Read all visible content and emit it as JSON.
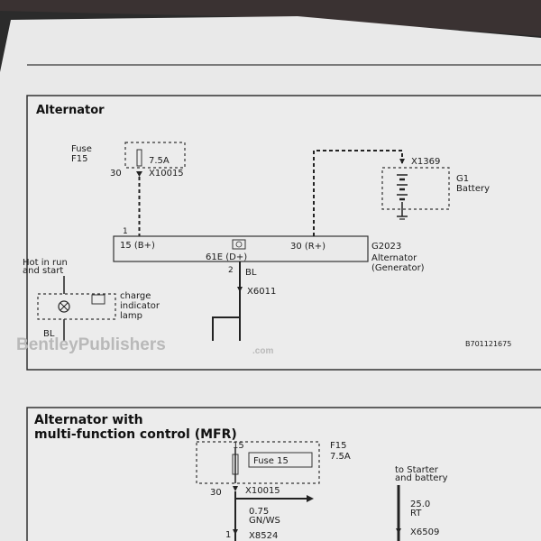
{
  "diagram_top": {
    "title": "Alternator",
    "fuse_label": "Fuse",
    "fuse_id": "F15",
    "fuse_rating": "7.5A",
    "fuse_pin": "30",
    "fuse_connector": "X10015",
    "pin_1": "1",
    "term_b": "15 (B+)",
    "term_d": "61E (D+)",
    "term_r": "30 (R+)",
    "alt_id": "G2023",
    "alt_name": "Alternator",
    "alt_sub": "(Generator)",
    "battery_conn": "X1369",
    "battery_id": "G1",
    "battery_name": "Battery",
    "pin_2": "2",
    "wire_color": "BL",
    "conn_x6011": "X6011",
    "hot_line1": "Hot in run",
    "hot_line2": "and start",
    "lamp_line1": "charge",
    "lamp_line2": "indicator",
    "lamp_line3": "lamp",
    "lamp_wire": "BL",
    "watermark": "BentleyPublishers",
    "watermark_suffix": ".com",
    "figure_id": "B701121675"
  },
  "diagram_bottom": {
    "title_line1": "Alternator with",
    "title_line2": "multi-function control (MFR)",
    "pin_15": "15",
    "fuse_id": "F15",
    "fuse_box_label": "Fuse 15",
    "fuse_rating": "7.5A",
    "pin_30": "30",
    "connector": "X10015",
    "wire_size": "0.75",
    "wire_color": "GN/WS",
    "pin_1": "1",
    "connector_2": "X8524",
    "starter_line1": "to Starter",
    "starter_line2": "and battery",
    "cable_size": "25.0",
    "cable_color": "RT",
    "connector_3": "X6509"
  }
}
